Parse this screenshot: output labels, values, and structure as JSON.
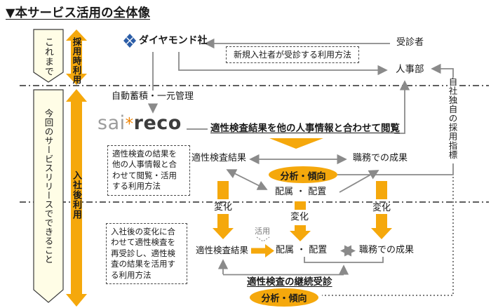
{
  "title": "▼本サービス活用の全体像",
  "colors": {
    "accent_orange": "#F5A80C",
    "pale_yellow": "#FFFDE6",
    "line_gray": "#8A8A8A",
    "logo_blue": "#2B5DA7"
  },
  "timeline": {
    "past_banner": "これまで",
    "current_banner": "今回のサービスリリースでできること",
    "hiring_usage": "採用時利用",
    "post_join_usage": "入社後利用"
  },
  "top_section": {
    "company": "ダイヤモンド社",
    "examinee": "受診者",
    "hr_department": "人事部",
    "new_hire_method": "新規入社者が受診する利用方法",
    "own_hiring_index": "自社独自の採用指標",
    "auto_accumulate": "自動蓄積・一元管理"
  },
  "saireco": {
    "logo_sai": "sai",
    "logo_star": "*",
    "logo_reco": "reco",
    "view_with_hr_info": "適性検査結果を他の人事情報と合わせて閲覧"
  },
  "middle_section": {
    "aptitude_result": "適性検査結果",
    "job_performance": "職務での成果",
    "analysis_trend": "分析・傾向",
    "assignment": "配属 ・ 配置",
    "change": "変化",
    "method_view_use": "適性検査の結果を\n他の人事情報と合\nわせて閲覧・活用\nする利用方法"
  },
  "bottom_section": {
    "aptitude_result": "適性検査結果",
    "assignment": "配属 ・ 配置",
    "job_performance": "職務での成果",
    "utilize": "活用",
    "continuous_exam": "適性検査の継続受診",
    "analysis_trend": "分析・傾向",
    "method_retake": "入社後の変化に合\nわせて適性検査を\n再受診し、適性検\n査の結果を活用す\nる利用方法"
  }
}
